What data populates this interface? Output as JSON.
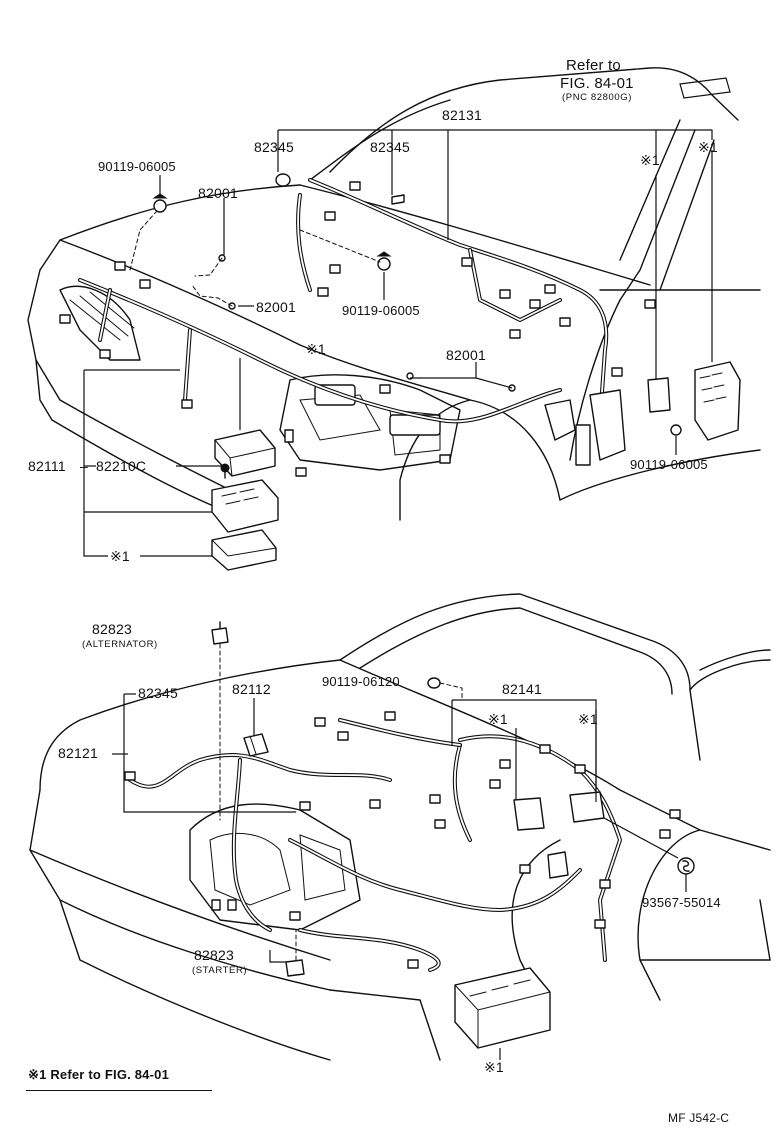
{
  "labels": {
    "refer_to": "Refer to",
    "fig_ref": "FIG. 84-01",
    "pnc_ref": "(PNC 82800G)",
    "p82131": "82131",
    "p82345_a": "82345",
    "p82345_b": "82345",
    "p82345_c": "82345",
    "p90119_06005_a": "90119-06005",
    "p90119_06005_b": "90119-06005",
    "p90119_06005_c": "90119-06005",
    "p82001_a": "82001",
    "p82001_b": "82001",
    "p82001_c": "82001",
    "mark1_a": "※1",
    "mark1_b": "※1",
    "mark1_c": "※1",
    "mark1_d": "※1",
    "mark1_e": "※1",
    "mark1_f": "※1",
    "mark1_g": "※1",
    "p82111": "82111",
    "p82210c": "82210C",
    "p82823_a": "82823",
    "alternator": "(ALTERNATOR)",
    "p82823_b": "82823",
    "starter": "(STARTER)",
    "p82112": "82112",
    "p82121": "82121",
    "p90119_06120": "90119-06120",
    "p82141": "82141",
    "p93567_55014": "93567-55014",
    "footnote": "※1 Refer to FIG. 84-01",
    "diagram_code": "MF  J542-C"
  },
  "icons": {
    "bolt": "bolt-icon",
    "clip": "clip-icon",
    "screw": "screw-s-icon"
  }
}
